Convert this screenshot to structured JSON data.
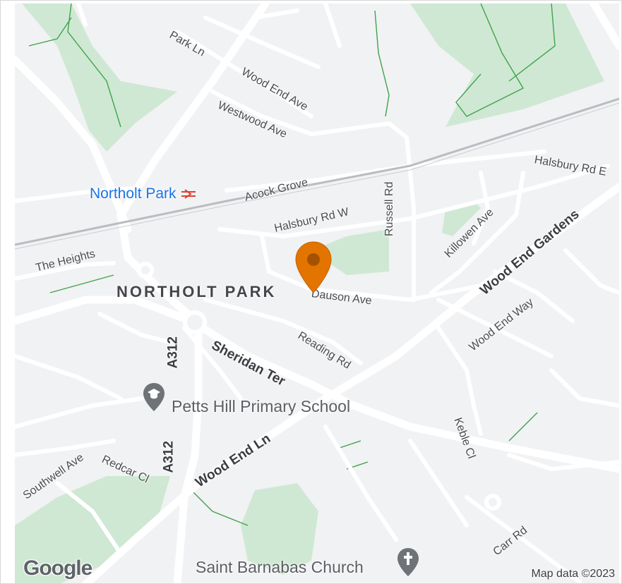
{
  "map": {
    "area_label": "NORTHOLT PARK",
    "station": {
      "name": "Northolt Park",
      "icon": "national-rail-icon",
      "color": "#1a73e8"
    },
    "roads": {
      "park_ln": "Park Ln",
      "wood_end_ave": "Wood End Ave",
      "westwood_ave": "Westwood Ave",
      "acock_grove": "Acock Grove",
      "halsbury_rd_w": "Halsbury Rd W",
      "halsbury_rd_e": "Halsbury Rd E",
      "russell_rd": "Russell Rd",
      "killowen_ave": "Killowen Ave",
      "wood_end_gardens": "Wood End Gardens",
      "the_heights": "The Heights",
      "dauson_ave": "Dauson Ave",
      "reading_rd": "Reading Rd",
      "wood_end_way": "Wood End Way",
      "sheridan_ter": "Sheridan Ter",
      "a312_north": "A312",
      "a312_south": "A312",
      "keble_cl": "Keble Cl",
      "wood_end_ln": "Wood End Ln",
      "redcar_cl": "Redcar Cl",
      "southwell_ave": "Southwell Ave",
      "carr_rd": "Carr Rd"
    },
    "pois": {
      "school": {
        "name": "Petts Hill Primary School",
        "icon": "school-icon"
      },
      "church": {
        "name": "Saint Barnabas Church",
        "icon": "church-icon"
      }
    },
    "marker": {
      "icon": "map-pin-icon",
      "color": "#e37400"
    },
    "colors": {
      "land": "#f1f2f4",
      "park": "#c8e6c9",
      "park_line": "#4caf50",
      "road": "#ffffff"
    },
    "attribution": "Map data ©2023",
    "logo": "Google"
  }
}
